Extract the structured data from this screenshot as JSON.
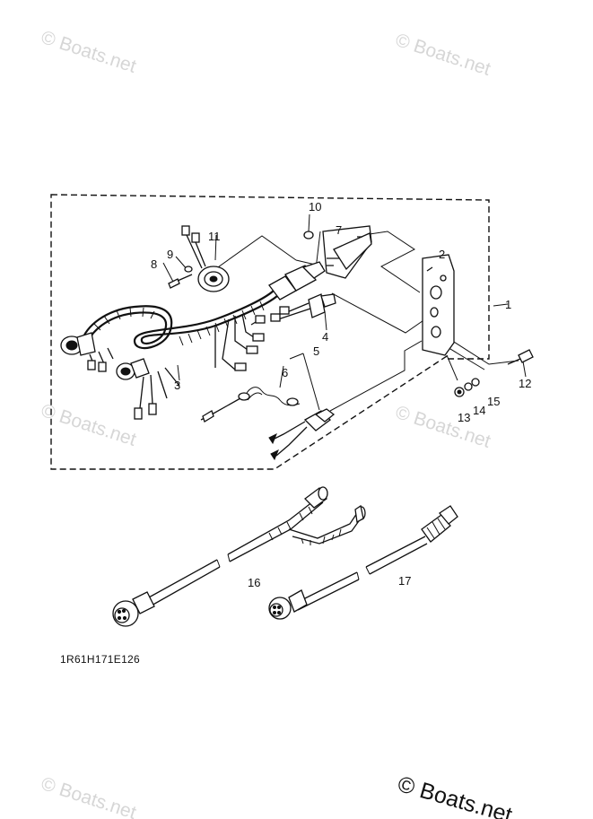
{
  "watermarks": [
    {
      "text": "© Boats.net"
    },
    {
      "text": "© Boats.net"
    },
    {
      "text": "© Boats.net"
    },
    {
      "text": "© Boats.net"
    },
    {
      "text": "© Boats.net"
    }
  ],
  "watermark_main": "© Boats.net",
  "diagram_code": "1R61H171E126",
  "callouts": [
    "1",
    "2",
    "3",
    "4",
    "5",
    "6",
    "7",
    "8",
    "9",
    "10",
    "11",
    "12",
    "13",
    "14",
    "15",
    "16",
    "17"
  ]
}
